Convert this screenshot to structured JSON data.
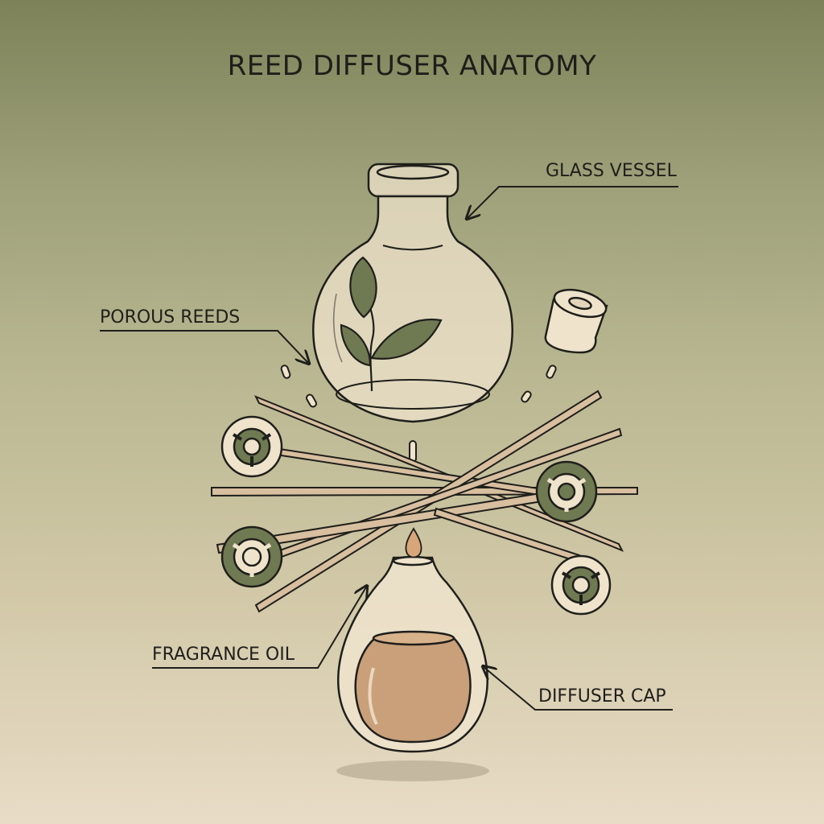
{
  "title": "REED DIFFUSER ANATOMY",
  "labels": {
    "glass_vessel": "GLASS VESSEL",
    "porous_reeds": "POROUS REEDS",
    "fragrance_oil": "FRAGRANCE OIL",
    "diffuser_cap": "DIFFUSER CAP"
  },
  "colors": {
    "outline": "#1f1f1b",
    "glass": "#efe3cc",
    "reed": "#d8bfa0",
    "leaf": "#6f7a52",
    "oil": "#c9a07a",
    "wheel_green": "#6f7a52"
  },
  "icons": [
    "glass-vessel-icon",
    "leaf-sprig-icon",
    "cap-icon",
    "reed-bundle-icon",
    "wheel-icon",
    "oil-bottle-icon",
    "flame-icon"
  ]
}
